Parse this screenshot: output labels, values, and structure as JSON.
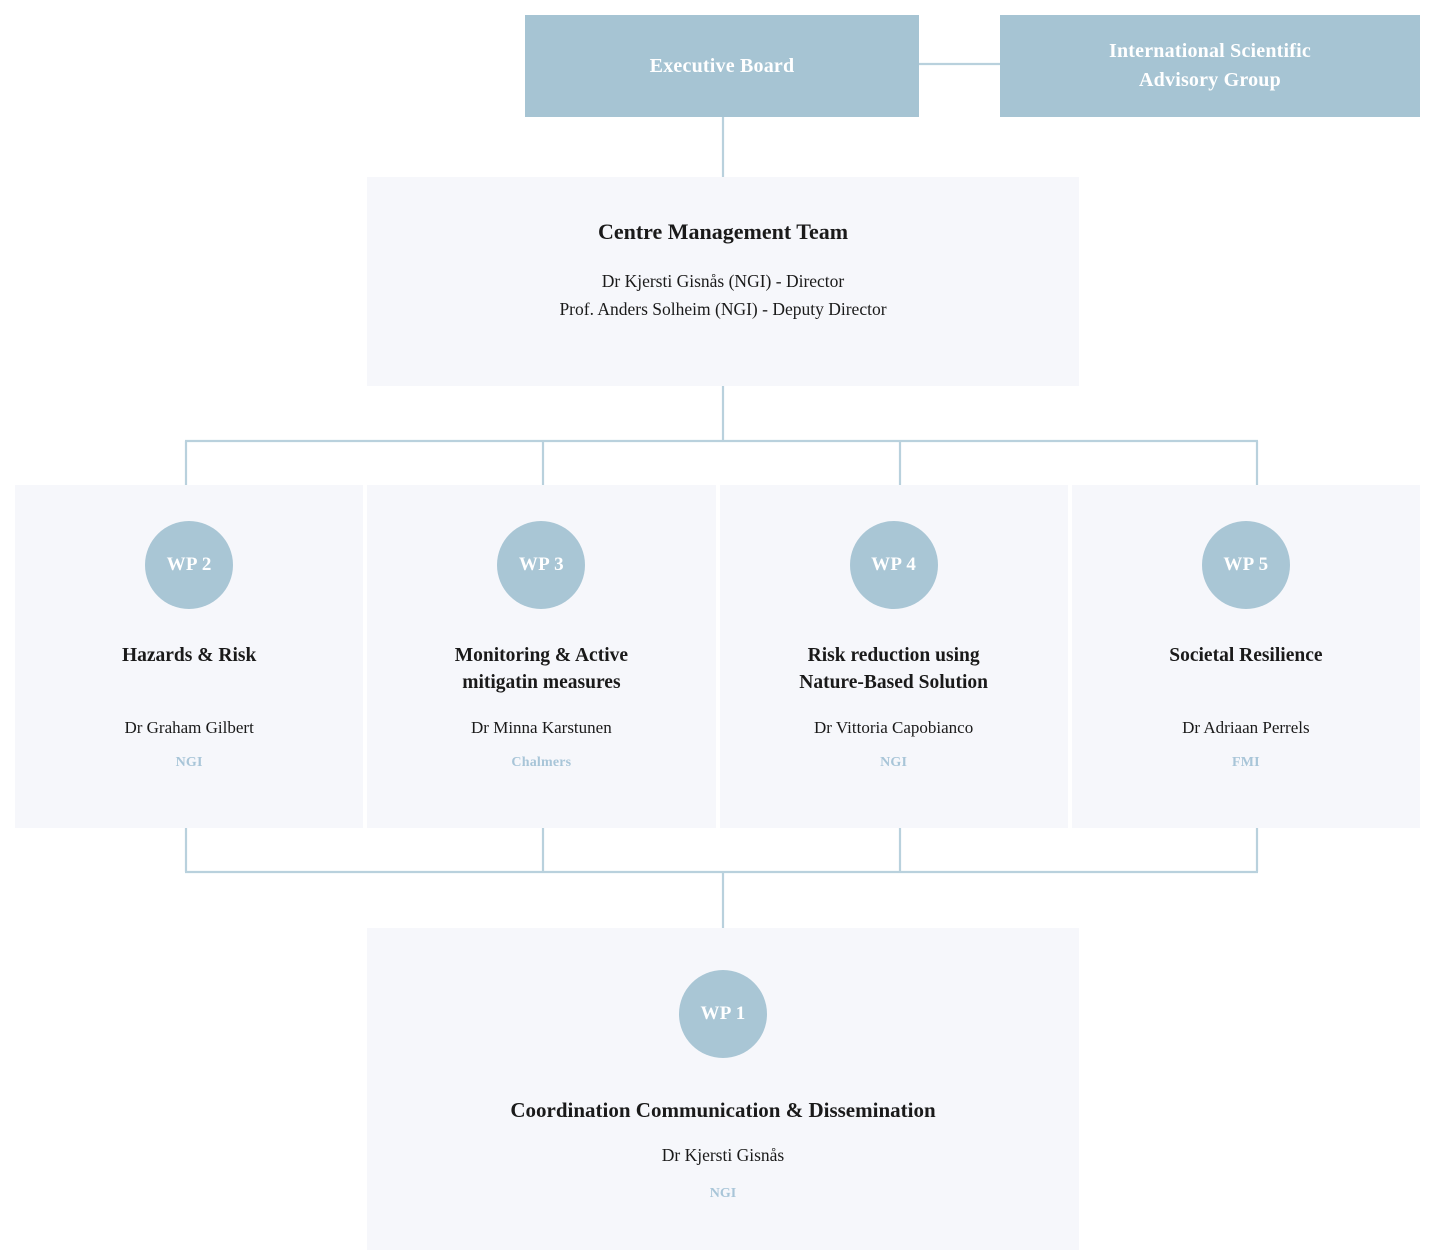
{
  "colors": {
    "box_fill": "#a6c4d3",
    "circle_fill": "#a9c6d5",
    "panel_fill": "#f6f7fb",
    "connector": "#b9d1dd",
    "org_label": "#a8c5d8",
    "text": "#1a1a1a",
    "box_text": "#ffffff"
  },
  "top": {
    "executive_board": "Executive Board",
    "advisory_group_line1": "International Scientific",
    "advisory_group_line2": "Advisory Group"
  },
  "management": {
    "title": "Centre Management Team",
    "members": [
      "Dr Kjersti Gisnås (NGI) - Director",
      "Prof. Anders Solheim (NGI) - Deputy Director"
    ]
  },
  "work_packages": [
    {
      "badge": "WP 2",
      "title_line1": "Hazards & Risk",
      "title_line2": "",
      "lead": "Dr Graham Gilbert",
      "org": "NGI"
    },
    {
      "badge": "WP 3",
      "title_line1": "Monitoring & Active",
      "title_line2": "mitigatin measures",
      "lead": "Dr Minna Karstunen",
      "org": "Chalmers"
    },
    {
      "badge": "WP 4",
      "title_line1": "Risk reduction using",
      "title_line2": "Nature-Based Solution",
      "lead": "Dr Vittoria Capobianco",
      "org": "NGI"
    },
    {
      "badge": "WP 5",
      "title_line1": "Societal Resilience",
      "title_line2": "",
      "lead": "Dr Adriaan Perrels",
      "org": "FMI"
    }
  ],
  "wp1": {
    "badge": "WP 1",
    "title": "Coordination Communication & Dissemination",
    "lead": "Dr Kjersti Gisnås",
    "org": "NGI"
  }
}
